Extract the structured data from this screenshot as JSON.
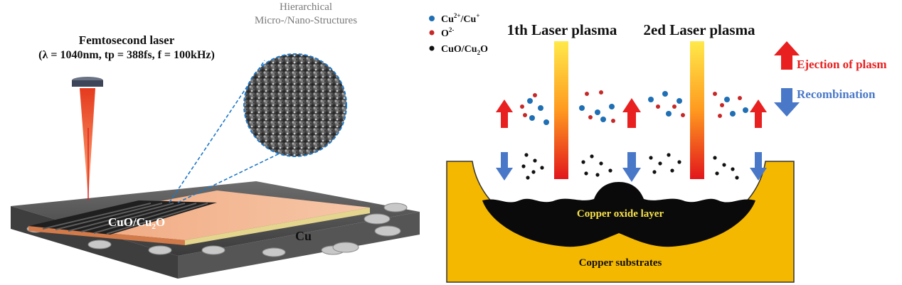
{
  "left_panel": {
    "laser_title": "Femtosecond laser",
    "laser_params": "(λ = 1040nm, tp = 388fs, f = 100kHz)",
    "structure_label_line1": "Hierarchical",
    "structure_label_line2": "Micro-/Nano-Structures",
    "oxide_label_main": "CuO/Cu",
    "oxide_label_sub": "2",
    "oxide_label_end": "O",
    "metal_label": "Cu"
  },
  "right_panel": {
    "legend": [
      {
        "label_main": "Cu",
        "label_sup1": "2+",
        "label_mid": "/Cu",
        "label_sup2": "+",
        "color": "#1f6fb5"
      },
      {
        "label_main": "O",
        "label_sup1": "2-",
        "label_mid": "",
        "label_sup2": "",
        "color": "#c62828"
      },
      {
        "label_main": "CuO/Cu",
        "label_sub": "2",
        "label_end": "O",
        "color": "#111111"
      }
    ],
    "plasma1_label": "1th Laser plasma",
    "plasma2_label": "2ed Laser plasma",
    "ejection_label": "Ejection of plasm",
    "recombination_label": "Recombination",
    "oxide_layer_label": "Copper oxide layer",
    "substrate_label": "Copper substrates"
  },
  "colors": {
    "ejection_red": "#e8201f",
    "recombination_blue": "#4a78c8",
    "substrate_yellow": "#f5b800",
    "oxide_black": "#0a0a0a",
    "oxide_text_yellow": "#f7e14a"
  }
}
